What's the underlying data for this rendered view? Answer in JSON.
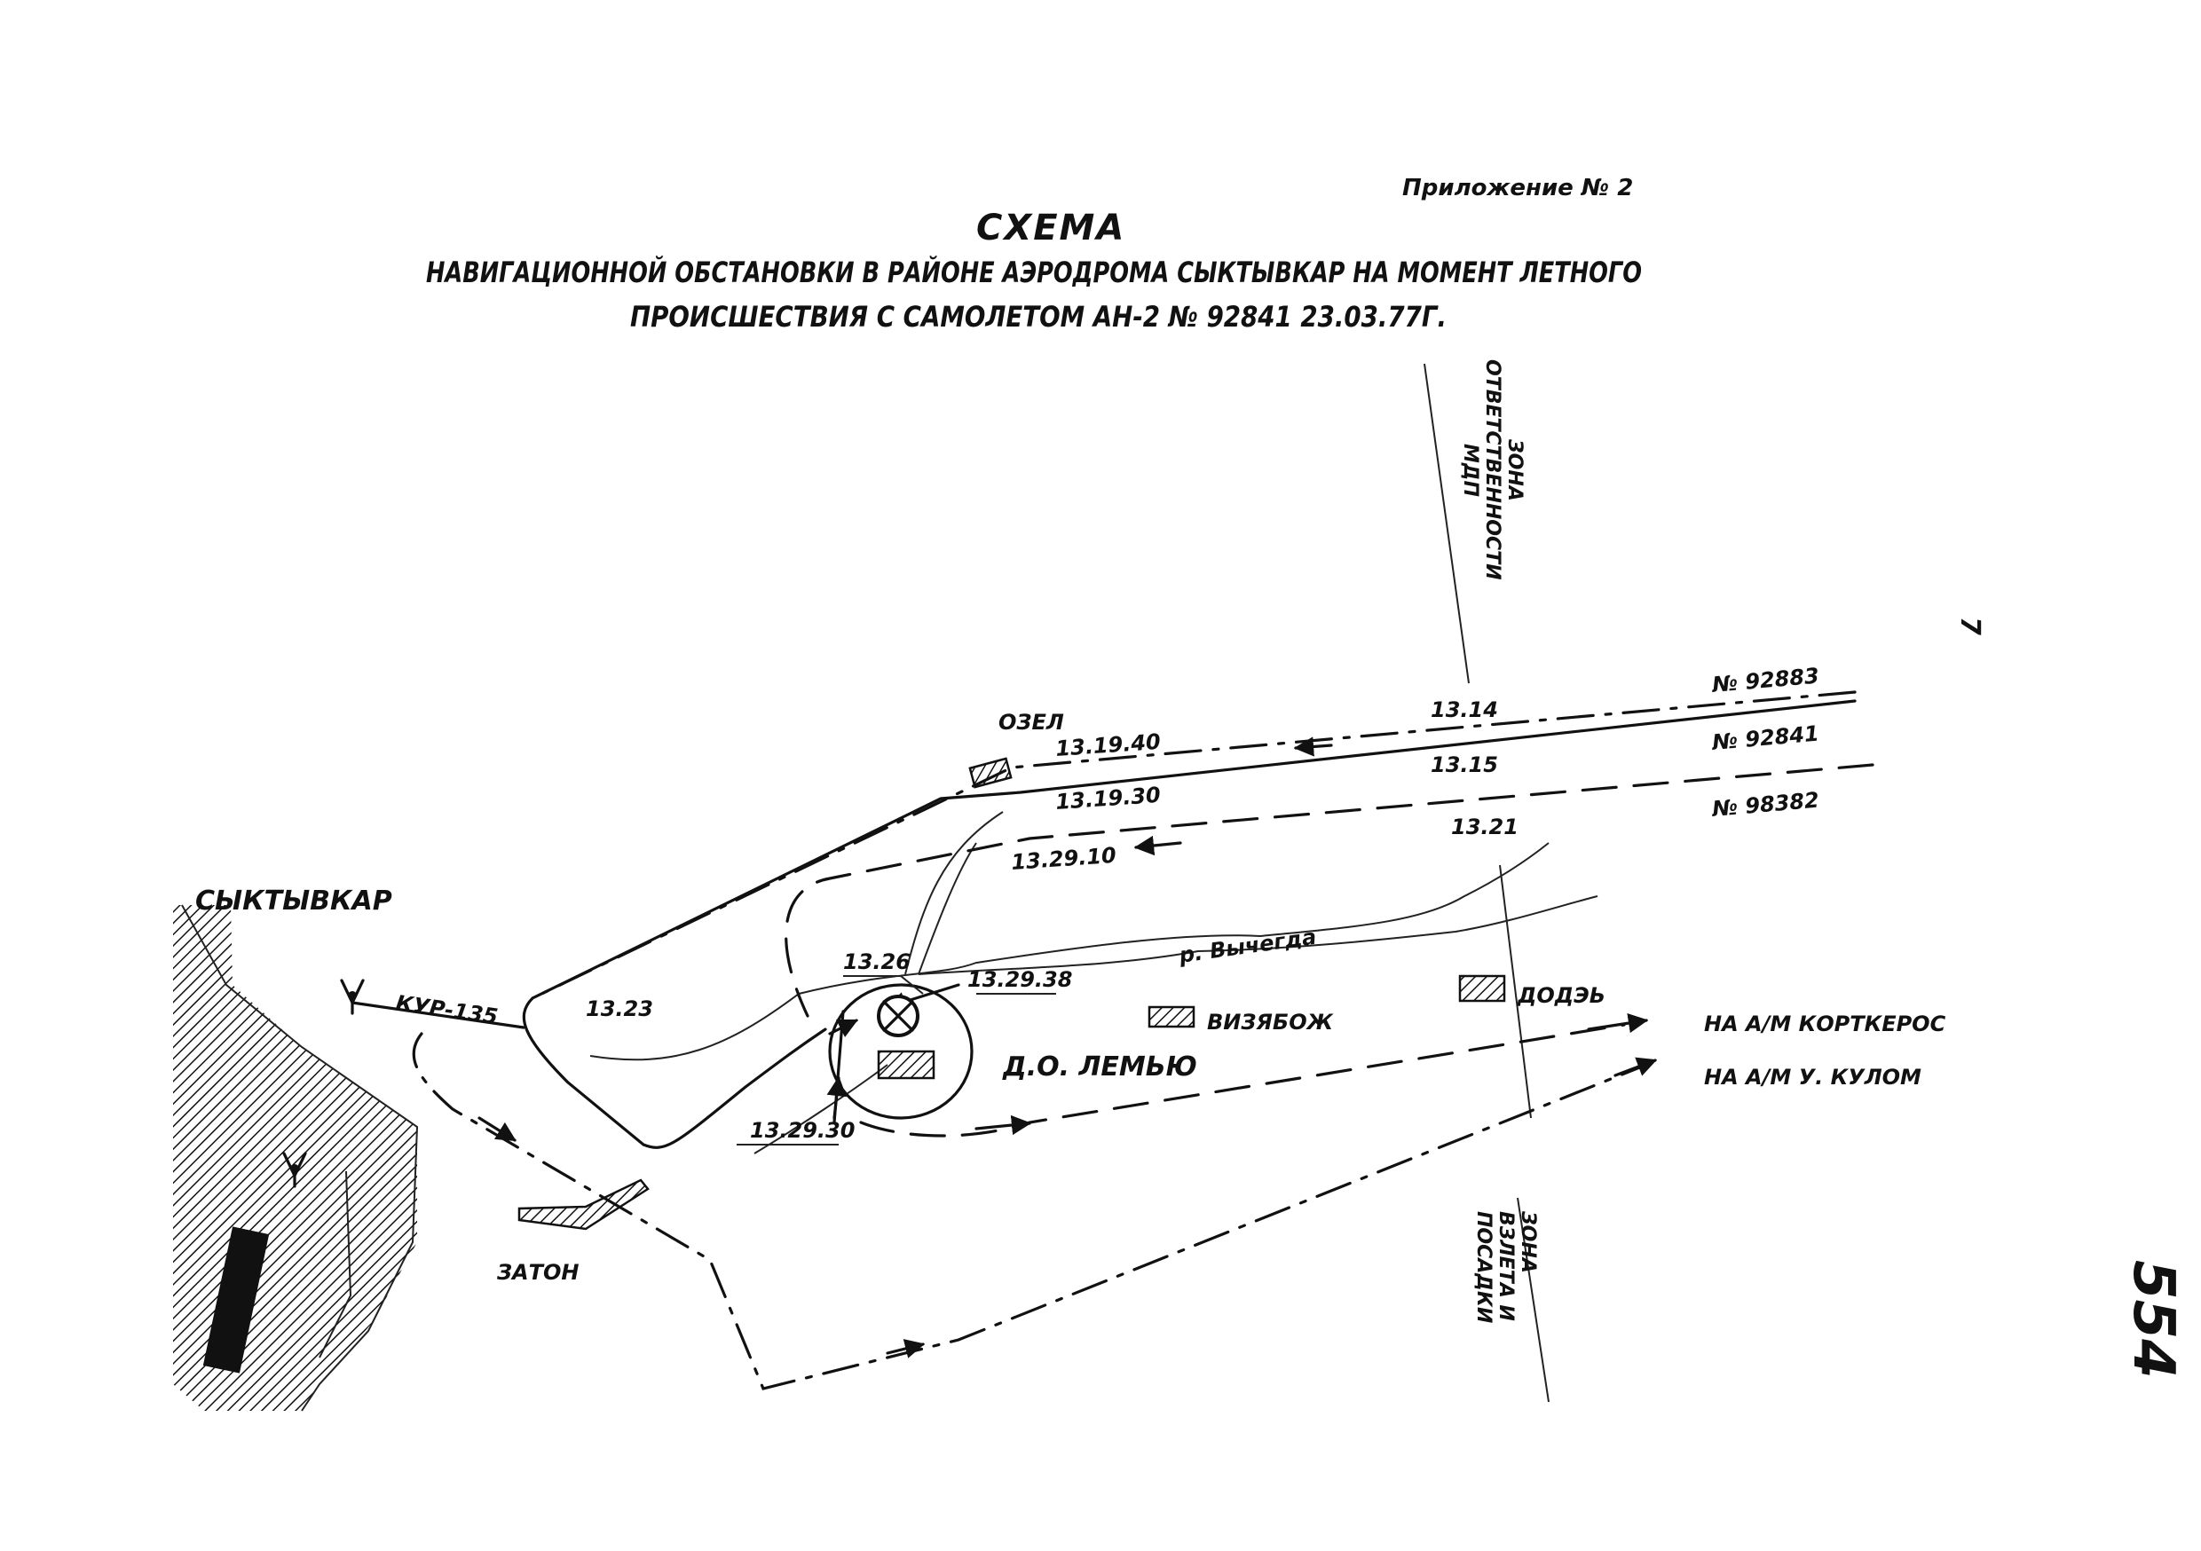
{
  "header": {
    "appendix": "Приложение № 2",
    "title": "СХЕМА",
    "subtitle_line1": "НАВИГАЦИОННОЙ ОБСТАНОВКИ В РАЙОНЕ АЭРОДРОМА СЫКТЫВКАР НА МОМЕНТ ЛЕТНОГО",
    "subtitle_line2": "ПРОИСШЕСТВИЯ С САМОЛЕТОМ АН-2 № 92841   23.03.77Г."
  },
  "places": {
    "city": "СЫКТЫВКАР",
    "ozel": "ОЗЕЛ",
    "zaton": "ЗАТОН",
    "vizyabozh": "ВИЗЯБОЖ",
    "dodz": "ДОДЭЬ",
    "lemyu": "Д.О. ЛЕМЬЮ",
    "river": "р. Вычегда"
  },
  "course": "КУР-135",
  "zones": {
    "responsibility": [
      "ЗОНА",
      "ОТВЕТСТВЕННОСТИ",
      "МДП"
    ],
    "takeoff_landing": [
      "ЗОНА",
      "ВЗЛЕТА И",
      "ПОСАДКИ"
    ]
  },
  "aircraft": {
    "a1": "№ 92883",
    "a2": "№ 92841",
    "a3": "№ 98382"
  },
  "times": {
    "t1314": "13.14",
    "t1315": "13.15",
    "t1321": "13.21",
    "t131940": "13.19.40",
    "t131930": "13.19.30",
    "t132910": "13.29.10",
    "t1326": "13.26",
    "t132938": "13.29.38",
    "t1323": "13.23",
    "t132930": "13.29.30"
  },
  "directions": {
    "kortkeros": "НА А/М КОРТКЕРОС",
    "ukulom": "НА А/М У. КУЛОМ"
  },
  "margin": {
    "page_number": "554",
    "side_mark": "7"
  }
}
